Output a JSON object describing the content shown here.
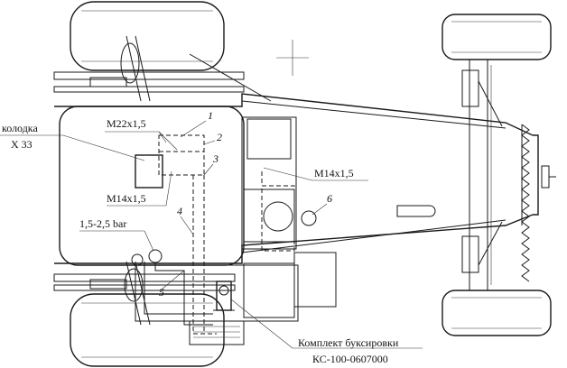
{
  "labels": {
    "connector_block": "колодка",
    "connector_id": "X 33",
    "thread_m22": "M22x1,5",
    "thread_m14_left": "M14x1,5",
    "thread_m14_right": "M14x1,5",
    "pressure": "1,5-2,5 bar",
    "kit_name": "Комплект буксировки",
    "kit_code": "КС-100-0607000"
  },
  "callouts": [
    "1",
    "2",
    "3",
    "4",
    "5",
    "6"
  ]
}
